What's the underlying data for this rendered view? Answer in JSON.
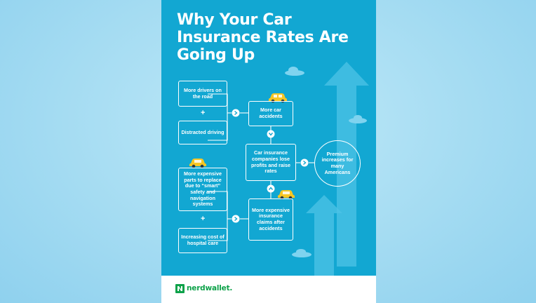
{
  "title": "Why Your Car Insurance Rates Are Going Up",
  "boxes": {
    "drivers": "More drivers on the road",
    "distracted": "Distracted driving",
    "accidents": "More car accidents",
    "companies": "Car insurance companies lose profits and raise rates",
    "premium": "Premium increases for many Americans",
    "parts": "More expensive parts to replace due to “smart” safety and navigation systems",
    "hospital": "Increasing cost of hospital care",
    "claims": "More expensive insurance claims after accidents"
  },
  "plus": "+",
  "brand": "nerdwallet.",
  "colors": {
    "poster": "#12a7d2",
    "arrow": "#4ec3e6",
    "car": "#f6c624",
    "brand": "#0ea24a"
  },
  "icons": [
    "car-icon",
    "cloud-icon",
    "chevron-right-icon",
    "chevron-down-icon",
    "chevron-up-icon",
    "nerdwallet-logo-icon"
  ]
}
